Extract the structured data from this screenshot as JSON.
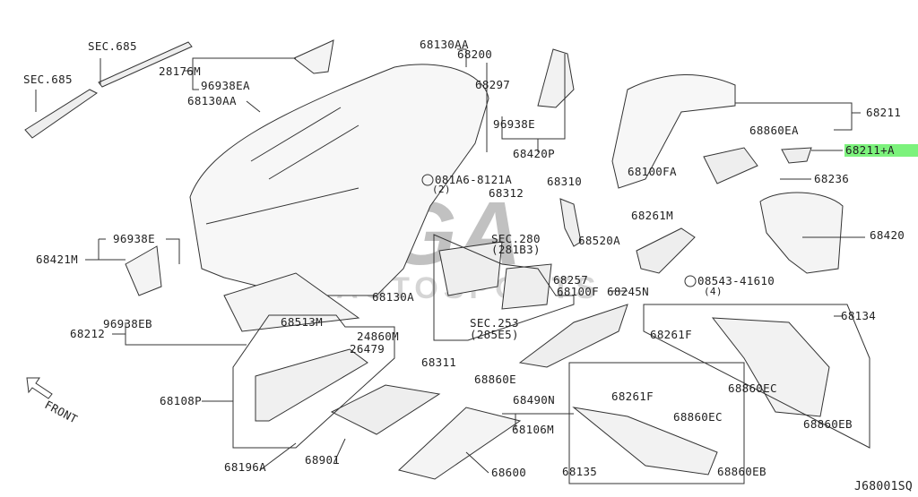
{
  "diagram": {
    "code": "J68001SQ",
    "front_label": "FRONT",
    "watermark": {
      "brand": "VEGA",
      "sub": "AUTOSPORTS"
    },
    "callouts": {
      "sec685_a": "SEC.685",
      "sec685_b": "SEC.685",
      "p28176M": "28176M",
      "p96938EA": "96938EA",
      "p68130AA_left": "68130AA",
      "p68130AA_top": "68130AA",
      "p68200": "68200",
      "p68297": "68297",
      "p96938E_top": "96938E",
      "p68420P": "68420P",
      "p68211": "68211",
      "p68860EA": "68860EA",
      "p68211A": "68211+A",
      "p68100FA": "68100FA",
      "p68236": "68236",
      "bolt_081A6": "081A6-8121A",
      "bolt_081A6_qty": "(2)",
      "p68312": "68312",
      "p68310": "68310",
      "p96938E_left": "96938E",
      "p68421M": "68421M",
      "p68261M": "68261M",
      "p68420": "68420",
      "p68520A": "68520A",
      "sec280": "SEC.280",
      "sec280_ref": "(281B3)",
      "bolt_08543": "08543-41610",
      "bolt_08543_qty": "(4)",
      "p68257": "68257",
      "p68100F": "68100F",
      "p68245N": "68245N",
      "p68130A": "68130A",
      "sec253": "SEC.253",
      "sec253_ref": "(285E5)",
      "p68212": "68212",
      "p96938EB": "96938EB",
      "p68513M": "68513M",
      "p24860M": "24860M",
      "p26479": "26479",
      "p68311": "68311",
      "p68860E": "68860E",
      "p68490N": "68490N",
      "p68106M": "68106M",
      "p68134": "68134",
      "p68261F_right": "68261F",
      "p68860EC_right": "68860EC",
      "p68860EB_right": "68860EB",
      "p68108P": "68108P",
      "p68261F_bottom": "68261F",
      "p68860EC_bottom": "68860EC",
      "p68860EB_bottom": "68860EB",
      "p68135": "68135",
      "p68196A": "68196A",
      "p68901": "68901",
      "p68600": "68600"
    },
    "colors": {
      "line": "#333333",
      "highlight": "#7cf27c",
      "wm_red": "#c8102e",
      "wm_gray": "#888888"
    }
  }
}
